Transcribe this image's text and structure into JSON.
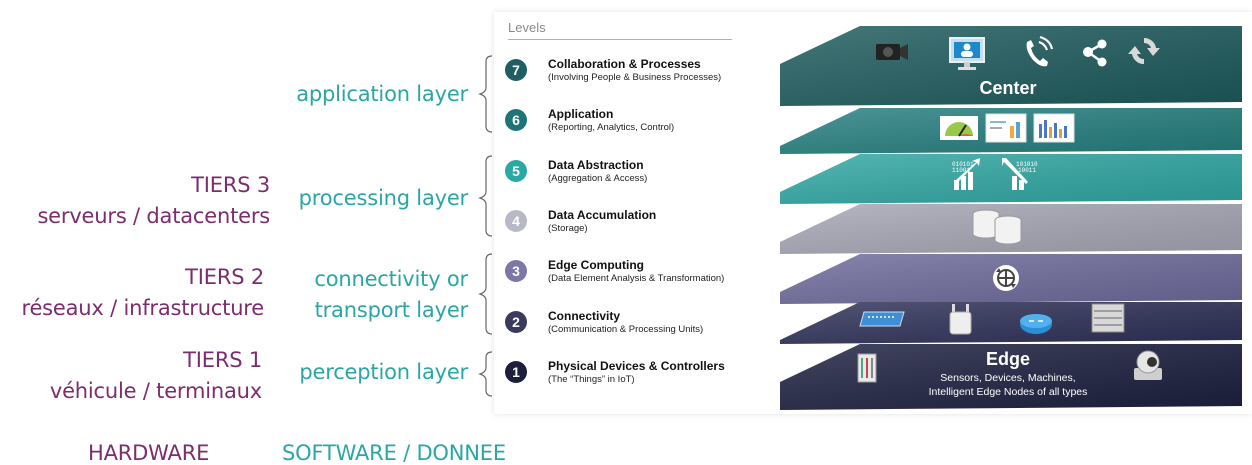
{
  "tiers": {
    "tier3_line1": "TIERS 3",
    "tier3_line2": "serveurs / datacenters",
    "tier2_line1": "TIERS 2",
    "tier2_line2": "réseaux / infrastructure",
    "tier1_line1": "TIERS 1",
    "tier1_line2": "véhicule / terminaux"
  },
  "layers": {
    "application": "application layer",
    "processing": "processing layer",
    "connectivity_line1": "connectivity or",
    "connectivity_line2": "transport layer",
    "perception": "perception layer"
  },
  "footer": {
    "hardware": "HARDWARE",
    "software": "SOFTWARE / DONNEE"
  },
  "levels": {
    "heading": "Levels",
    "items": [
      {
        "number": "7",
        "title": "Collaboration & Processes",
        "subtitle": "(Involving People & Business Processes)",
        "color": "#1d5f62"
      },
      {
        "number": "6",
        "title": "Application",
        "subtitle": "(Reporting, Analytics, Control)",
        "color": "#1f7478"
      },
      {
        "number": "5",
        "title": "Data Abstraction",
        "subtitle": "(Aggregation & Access)",
        "color": "#2aa9a3"
      },
      {
        "number": "4",
        "title": "Data Accumulation",
        "subtitle": "(Storage)",
        "color": "#b7b9c6"
      },
      {
        "number": "3",
        "title": "Edge Computing",
        "subtitle": "(Data Element Analysis & Transformation)",
        "color": "#7b78a6"
      },
      {
        "number": "2",
        "title": "Connectivity",
        "subtitle": "(Communication & Processing Units)",
        "color": "#3a3b5a"
      },
      {
        "number": "1",
        "title": "Physical Devices & Controllers",
        "subtitle": "(The “Things” in IoT)",
        "color": "#1c1f3a"
      }
    ]
  },
  "stack": {
    "center_label": "Center",
    "edge_label": "Edge",
    "edge_sub1": "Sensors, Devices, Machines,",
    "edge_sub2": "Intelligent Edge Nodes of all types",
    "colors": {
      "plate7": "#1e5b5d",
      "plate6": "#267f80",
      "plate5": "#30a7a3",
      "plate4": "#a7a7b5",
      "plate3": "#6e6b9c",
      "plate2": "#2f3158",
      "plate1": "#1d2040"
    },
    "icons": [
      "video-camera-icon",
      "desktop-user-icon",
      "phone-icon",
      "share-icon",
      "sync-icon",
      "gauge-icon",
      "report-icon",
      "bar-chart-icon",
      "data-up-icon",
      "data-down-icon",
      "database-icon",
      "network-globe-icon",
      "switch-icon",
      "access-point-icon",
      "router-icon",
      "server-icon",
      "controller-icon",
      "ptz-camera-icon"
    ]
  }
}
